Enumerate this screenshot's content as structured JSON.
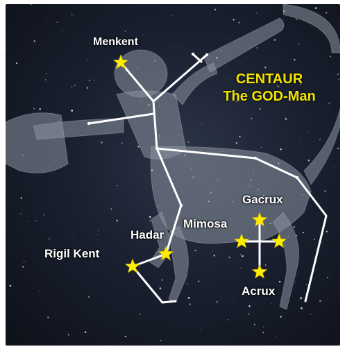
{
  "title": {
    "line1": "CENTAUR",
    "line2": "The GOD-Man"
  },
  "stars": {
    "menkent": "Menkent",
    "hadar": "Hadar",
    "rigil_kent": "Rigil Kent",
    "mimosa": "Mimosa",
    "gacrux": "Gacrux",
    "acrux": "Acrux"
  },
  "colors": {
    "title": "#f2e400",
    "star": "#ffee00",
    "lines": "#ffffff",
    "sky": "#1a2030",
    "figure": "#8c93a0"
  }
}
